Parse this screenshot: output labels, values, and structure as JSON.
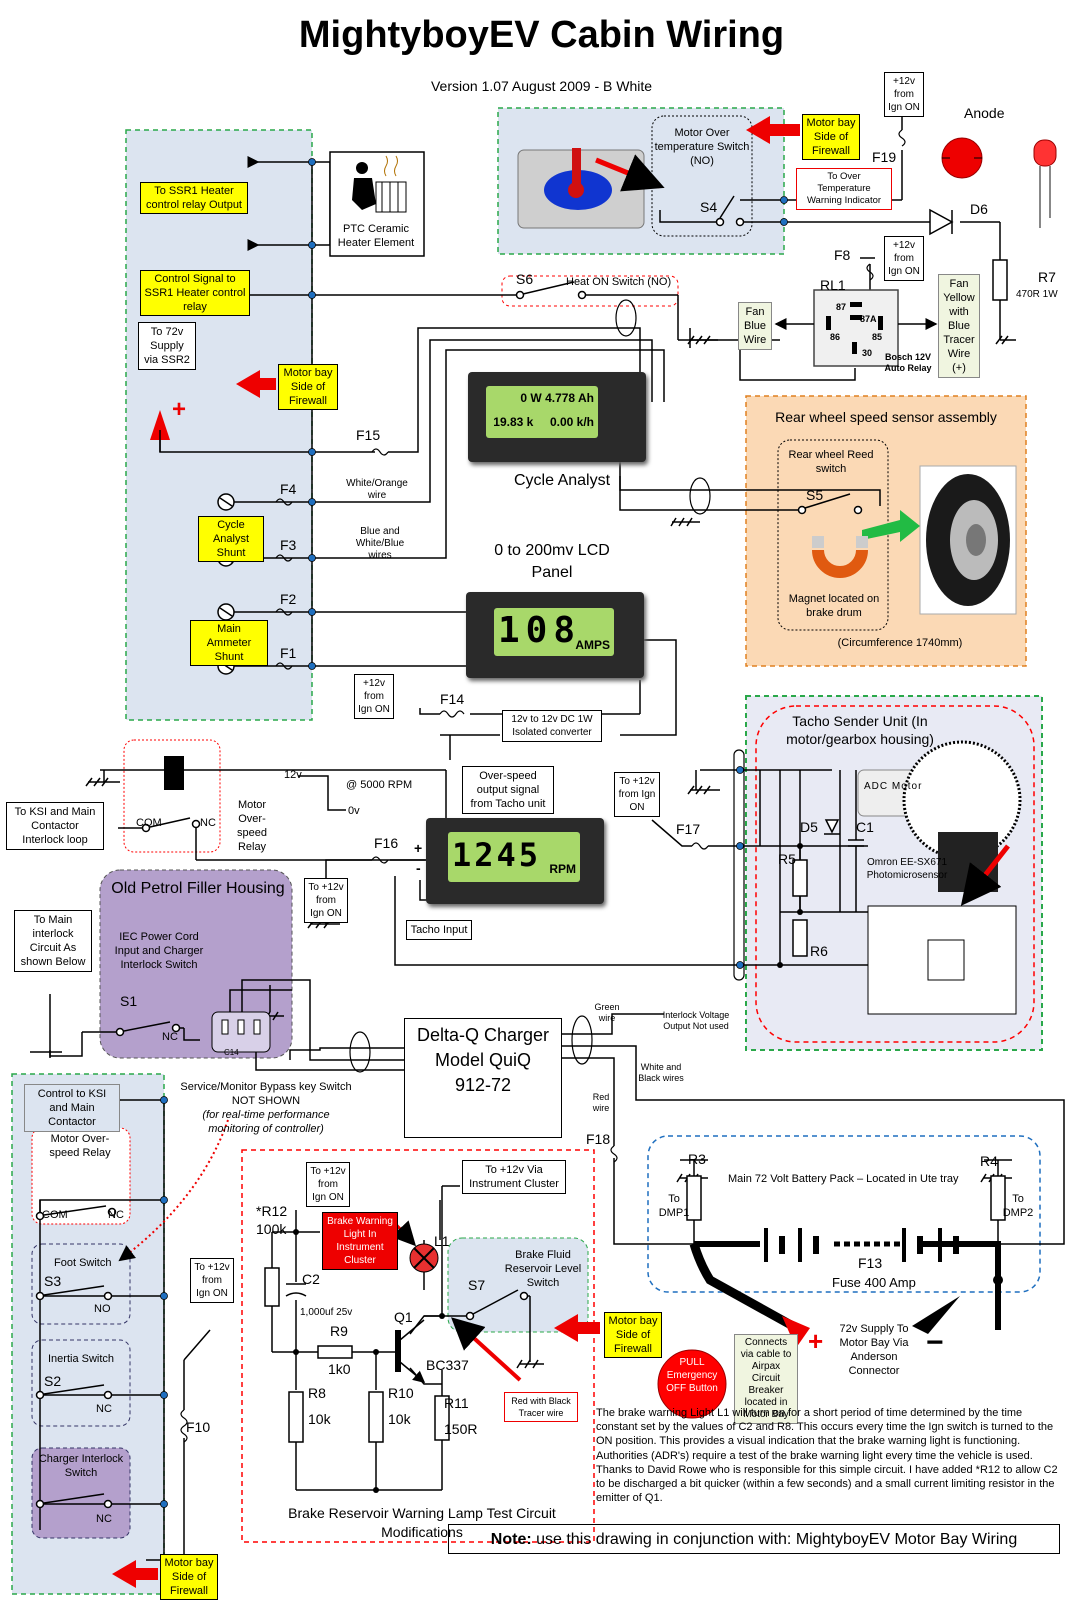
{
  "title": "MightyboyEV Cabin Wiring",
  "subtitle": "Version 1.07 August 2009 - B White",
  "top_left": {
    "ssr1_output": "To SSR1 Heater control relay Output",
    "ssr1_control": "Control Signal to SSR1 Heater control relay",
    "supply_72v": "To 72v Supply via SSR2",
    "motor_bay_firewall_1": "Motor bay Side of Firewall",
    "ptc_heater": "PTC Ceramic Heater Element",
    "f15": "F15",
    "f4": "F4",
    "f3": "F3",
    "f2": "F2",
    "f1": "F1",
    "cycle_analyst_shunt": "Cycle Analyst Shunt",
    "main_ammeter_shunt": "Main Ammeter Shunt",
    "white_orange_wire": "White/Orange wire",
    "blue_white_wires": "Blue and White/Blue wires"
  },
  "motor_temp": {
    "label": "Motor Over temperature Switch (NO)",
    "s4": "S4",
    "firewall": "Motor bay Side of Firewall",
    "indicator": "To Over Temperature Warning Indicator",
    "ign_12v": "+12v from Ign ON",
    "f19": "F19",
    "anode": "Anode",
    "d6": "D6",
    "r7": "R7",
    "r7_val": "470R 1W"
  },
  "heater_switch": {
    "s6": "S6",
    "label": "Heat ON Switch (NO)"
  },
  "relay": {
    "f8": "F8",
    "ign_12v": "+12v from Ign ON",
    "rl1": "RL1",
    "p87": "87",
    "p87a": "87A",
    "p86": "86",
    "p85": "85",
    "p30": "30",
    "bosch": "Bosch 12V Auto Relay",
    "fan_blue": "Fan Blue Wire",
    "fan_yellow": "Fan Yellow with Blue Tracer Wire (+)"
  },
  "cycle_analyst": {
    "line1": "0 W 4.778 Ah",
    "line2": "19.83 k     0.00 k/h",
    "label": "Cycle Analyst"
  },
  "wheel_sensor": {
    "title": "Rear wheel speed sensor assembly",
    "reed": "Rear wheel Reed switch",
    "s5": "S5",
    "magnet": "Magnet located on brake drum",
    "circumference": "(Circumference 1740mm)"
  },
  "lcd_panel": {
    "title": "0 to 200mv LCD Panel",
    "value": "108",
    "unit": "AMPS",
    "f14": "F14",
    "ign_12v": "+12v from Ign ON",
    "converter": "12v to 12v DC 1W Isolated converter"
  },
  "overspeed": {
    "relay_label": "Motor Over-speed Relay",
    "ksi": "To KSI and Main Contactor Interlock loop",
    "com": "COM",
    "nc": "NC",
    "v12": "12v",
    "rpm": "@ 5000 RPM",
    "v0": "0v",
    "signal": "Over-speed output signal from Tacho unit",
    "f16": "F16",
    "ign_12v": "To +12v from Ign ON",
    "rpm_value": "1245",
    "rpm_unit": "RPM",
    "tacho_input": "Tacho Input"
  },
  "tacho": {
    "title": "Tacho Sender Unit (In motor/gearbox housing)",
    "adc": "ADC Motor",
    "ign_12v": "To +12v from Ign ON",
    "f17": "F17",
    "d5": "D5",
    "c1": "C1",
    "r5": "R5",
    "r6": "R6",
    "omron": "Omron EE-SX671 Photomicrosensor"
  },
  "filler": {
    "title": "Old Petrol Filler Housing",
    "desc": "IEC Power Cord Input and Charger Interlock Switch",
    "s1": "S1",
    "nc": "NC",
    "c14": "C14",
    "main_interlock": "To Main interlock Circuit As shown Below"
  },
  "charger": {
    "name": "Delta-Q Charger Model QuiQ 912-72",
    "green": "Green wire",
    "interlock_out": "Interlock Voltage Output Not used",
    "white_black": "White and Black wires",
    "red": "Red wire",
    "f18": "F18"
  },
  "bottom_left": {
    "control_ksi": "Control to KSI and Main Contactor",
    "bypass": "Service/Monitor Bypass key Switch NOT SHOWN",
    "bypass_note": "(for real-time performance monitoring of controller)",
    "overspeed_relay": "Motor Over-speed Relay",
    "com": "COM",
    "nc": "NC",
    "foot": "Foot Switch",
    "s3": "S3",
    "no": "NO",
    "inertia": "Inertia Switch",
    "s2": "S2",
    "nc2": "NC",
    "charger_interlock": "Charger Interlock Switch",
    "nc3": "NC",
    "ign_12v": "To +12v from Ign ON",
    "f10": "F10",
    "firewall": "Motor bay Side of Firewall"
  },
  "brake_circuit": {
    "title": "Brake Reservoir Warning Lamp Test Circuit Modifications",
    "ign_12v": "To +12v from Ign ON",
    "r12": "*R12",
    "r12_val": "100k",
    "c2": "C2",
    "c2_val": "1,000uf 25v",
    "r9": "R9",
    "r9_val": "1k0",
    "r8": "R8",
    "r8_val": "10k",
    "r10": "R10",
    "r10_val": "10k",
    "r11": "R11",
    "r11_val": "150R",
    "q1": "Q1",
    "bc337": "BC337",
    "l1": "L1",
    "warning_light": "Brake Warning Light In Instrument Cluster",
    "instrument": "To +12v Via Instrument Cluster",
    "s7": "S7",
    "reservoir": "Brake Fluid Reservoir Level Switch",
    "red_black": "Red with Black Tracer wire",
    "firewall": "Motor bay Side of Firewall"
  },
  "battery": {
    "label": "Main 72 Volt Battery Pack – Located in Ute tray",
    "r3": "R3",
    "r4": "R4",
    "dmp1": "To DMP1",
    "dmp2": "To DMP2",
    "f13": "F13",
    "fuse": "Fuse 400 Amp",
    "supply": "72v Supply To Motor Bay Via Anderson Connector",
    "airpax": "Connects via cable to Airpax Circuit Breaker located in Motor Bay",
    "pull": "PULL Emergency OFF Button"
  },
  "note": "The brake warning Light L1 will turn on for a short period of time determined by the time constant set by the values of C2 and R8. This occurs every time the Ign switch is turned to the ON position. This provides a visual indication that the brake warning light is functioning. Authorities (ADR's) require a test of the brake warning light every time the vehicle is used. Thanks to David Rowe who is responsible for this simple circuit. I have added *R12 to allow C2 to be discharged a bit quicker (within a few seconds) and a small current limiting resistor in the emitter of Q1.",
  "footer_bold": "Note:",
  "footer_text": " use this drawing in conjunction with: MightyboyEV Motor Bay Wiring",
  "colors": {
    "yellow": "#ffff00",
    "panel_blue": "#dce4f0",
    "purple": "#b4a0cc",
    "orange_panel": "#fbd9b5",
    "red": "#ff0000",
    "green_border": "#2aa84a"
  }
}
